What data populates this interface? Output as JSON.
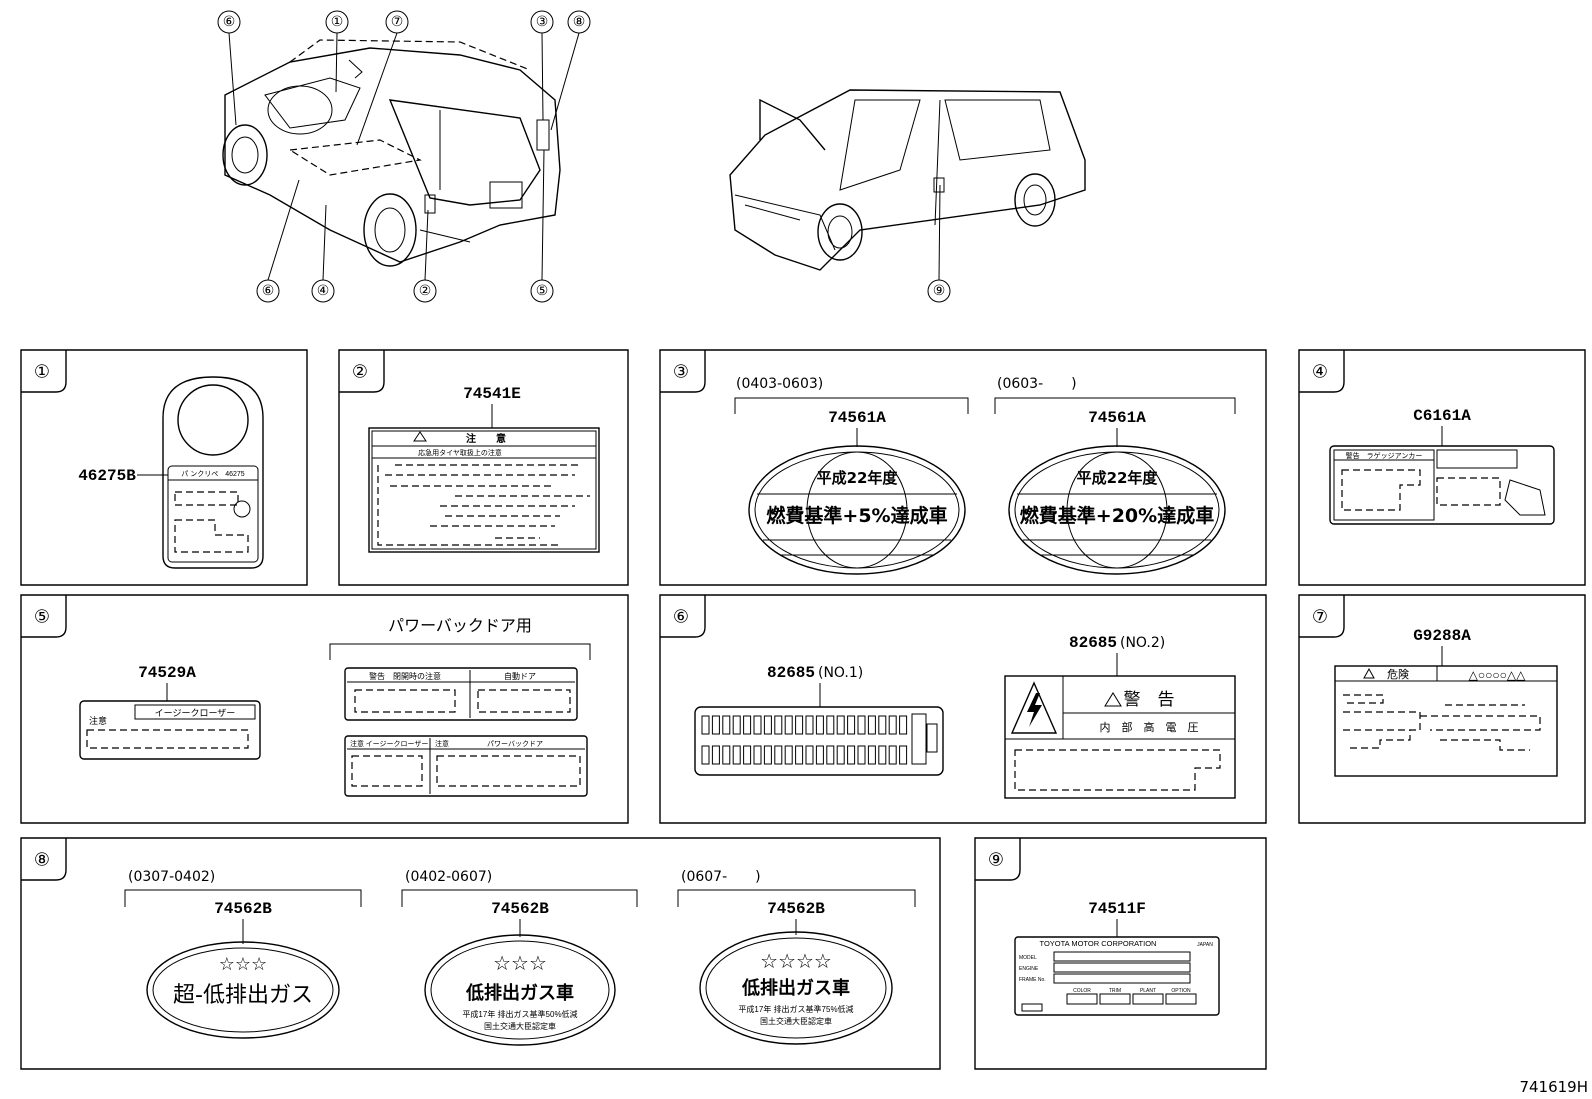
{
  "callouts": [
    "①",
    "②",
    "③",
    "④",
    "⑤",
    "⑥",
    "⑦",
    "⑧",
    "⑨"
  ],
  "overview_callouts_top": [
    "⑥",
    "①",
    "⑦",
    "③",
    "⑧"
  ],
  "overview_callouts_bottom": [
    "⑥",
    "④",
    "②",
    "⑤"
  ],
  "overview_callout_front": "⑨",
  "panel1": {
    "part": "46275B",
    "label_header": "パ ンクリペ　46275"
  },
  "panel2": {
    "part": "74541E",
    "warning": "注　　意",
    "subtitle": "応急用タイヤ取扱上の注意"
  },
  "panel3": {
    "left": {
      "period": "(0403-0603)",
      "part": "74561A",
      "year": "平成22年度",
      "text": "燃費基準+5%達成車"
    },
    "right": {
      "period": "(0603-　　)",
      "part": "74561A",
      "year": "平成22年度",
      "text": "燃費基準+20%達成車"
    }
  },
  "panel4": {
    "part": "C6161A",
    "header": "警告　ラゲッジアンカー"
  },
  "panel5": {
    "part": "74529A",
    "left_header": "イージークローザー",
    "left_warn": "注意",
    "group_title": "パワーバックドア用",
    "pb_top_left": "警告　閉開時の注意",
    "pb_top_right": "自動ドア",
    "pb_bottom_1": "注意",
    "pb_bottom_2": "イージークローザー",
    "pb_bottom_3": "注意",
    "pb_bottom_4": "パワーバックドア"
  },
  "panel6": {
    "no1_part": "82685",
    "no1_suffix": "(NO.1)",
    "no2_part": "82685",
    "no2_suffix": "(NO.2)",
    "warning": "警　告",
    "warning_sub": "内　部　高　電　圧"
  },
  "panel7": {
    "part": "G9288A",
    "danger": "危険",
    "symbols": "△○○○○△△"
  },
  "panel8": {
    "a": {
      "period": "(0307-0402)",
      "part": "74562B",
      "stars": "☆☆☆",
      "text": "超-低排出ガス"
    },
    "b": {
      "period": "(0402-0607)",
      "part": "74562B",
      "stars": "☆☆☆",
      "text": "低排出ガス車",
      "sub1": "平成17年 排出ガス基準50%低減",
      "sub2": "国土交通大臣認定車"
    },
    "c": {
      "period": "(0607-　　)",
      "part": "74562B",
      "stars": "☆☆☆☆",
      "text": "低排出ガス車",
      "sub1": "平成17年 排出ガス基準75%低減",
      "sub2": "国土交通大臣認定車"
    }
  },
  "panel9": {
    "part": "74511F",
    "maker": "TOYOTA MOTOR CORPORATION",
    "country": "JAPAN",
    "rows": [
      "MODEL",
      "ENGINE",
      "FRAME No."
    ],
    "boxes": [
      "COLOR",
      "TRIM",
      "PLANT",
      "OPTION"
    ]
  },
  "figure_id": "741619H"
}
